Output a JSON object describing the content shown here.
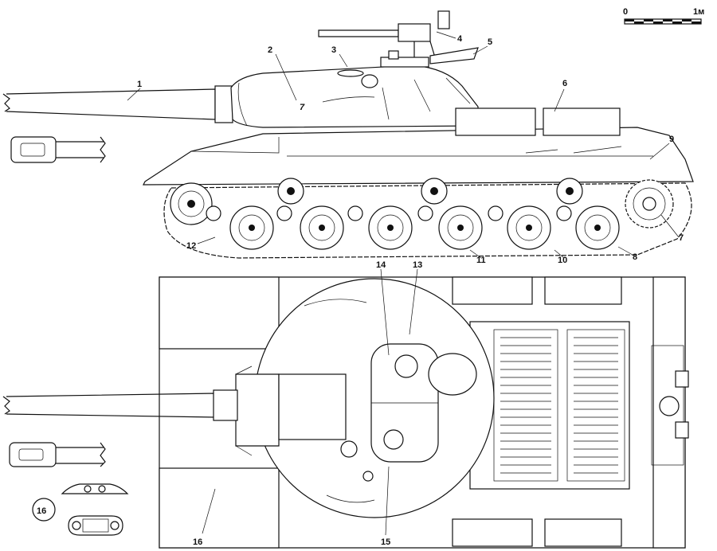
{
  "scale_bar": {
    "start_label": "0",
    "end_label": "1м"
  },
  "callouts": [
    "1",
    "2",
    "3",
    "4",
    "5",
    "6",
    "7",
    "8",
    "9",
    "10",
    "11",
    "12",
    "13",
    "14",
    "15",
    "16"
  ],
  "turret_number": "7",
  "detail_badge": "16"
}
